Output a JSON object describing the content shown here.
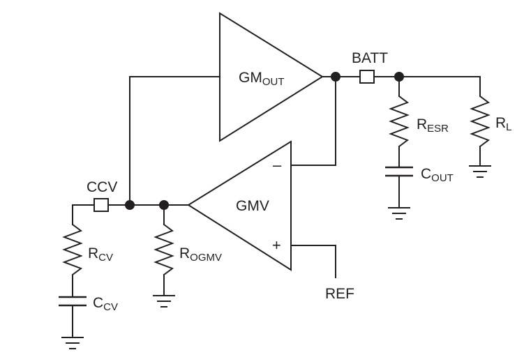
{
  "amplifiers": {
    "gm_out": {
      "main": "GM",
      "sub": "OUT"
    },
    "gmv": {
      "label": "GMV",
      "minus": "–",
      "plus": "+"
    }
  },
  "pins": {
    "batt": "BATT",
    "ccv": "CCV",
    "ref": "REF"
  },
  "components": {
    "r_esr": {
      "main": "R",
      "sub": "ESR"
    },
    "c_out": {
      "main": "C",
      "sub": "OUT"
    },
    "r_l": {
      "main": "R",
      "sub": "L"
    },
    "r_cv": {
      "main": "R",
      "sub": "CV"
    },
    "c_cv": {
      "main": "C",
      "sub": "CV"
    },
    "r_ogmv": {
      "main": "R",
      "sub": "OGMV"
    }
  }
}
